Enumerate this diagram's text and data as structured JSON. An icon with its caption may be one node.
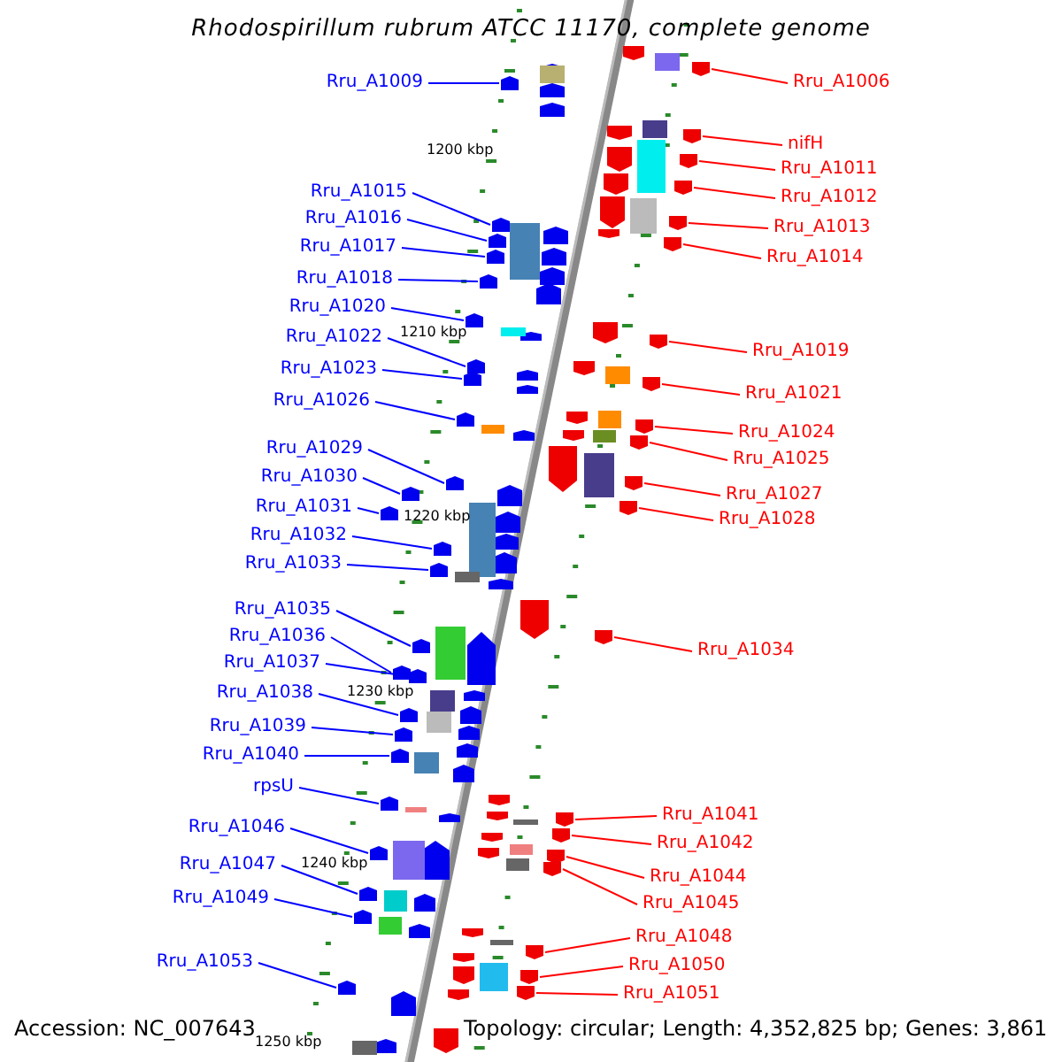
{
  "diagram": {
    "title": "Rhodospirillum rubrum ATCC 11170, complete genome",
    "nodes": [
      {
        "text": [
          "Rru_A1009"
        ]
      },
      {
        "text": [
          "Rru_A1006"
        ]
      },
      {
        "text": [
          "nifH"
        ]
      },
      {
        "text": [
          "Rru_A1011"
        ]
      },
      {
        "text": [
          "Rru_A1015"
        ]
      },
      {
        "text": [
          "Rru_A1012"
        ]
      },
      {
        "text": [
          "Rru_A1016"
        ]
      },
      {
        "text": [
          "Rru_A1013"
        ]
      },
      {
        "text": [
          "Rru_A1017"
        ]
      },
      {
        "text": [
          "Rru_A1014"
        ]
      },
      {
        "text": [
          "Rru_A1018"
        ]
      },
      {
        "text": [
          "Rru_A1020"
        ]
      },
      {
        "text": [
          "Rru_A1022"
        ]
      },
      {
        "text": [
          "Rru_A1019"
        ]
      },
      {
        "text": [
          "Rru_A1023"
        ]
      },
      {
        "text": [
          "Rru_A1021"
        ]
      },
      {
        "text": [
          "Rru_A1026"
        ]
      },
      {
        "text": [
          "Rru_A1024"
        ]
      },
      {
        "text": [
          "Rru_A1029"
        ]
      },
      {
        "text": [
          "Rru_A1025"
        ]
      },
      {
        "text": [
          "Rru_A1030"
        ]
      },
      {
        "text": [
          "Rru_A1027"
        ]
      },
      {
        "text": [
          "Rru_A1031"
        ]
      },
      {
        "text": [
          "Rru_A1028"
        ]
      },
      {
        "text": [
          "Rru_A1032"
        ]
      },
      {
        "text": [
          "Rru_A1033"
        ]
      },
      {
        "text": [
          "Rru_A1035"
        ]
      },
      {
        "text": [
          "Rru_A1036"
        ]
      },
      {
        "text": [
          "Rru_A1034"
        ]
      },
      {
        "text": [
          "Rru_A1037"
        ]
      },
      {
        "text": [
          "Rru_A1038"
        ]
      },
      {
        "text": [
          "Rru_A1039"
        ]
      },
      {
        "text": [
          "Rru_A1040"
        ]
      },
      {
        "text": [
          "rpsU"
        ]
      },
      {
        "text": [
          "Rru_A1041"
        ]
      },
      {
        "text": [
          "Rru_A1046"
        ]
      },
      {
        "text": [
          "Rru_A1042"
        ]
      },
      {
        "text": [
          "Rru_A1047"
        ]
      },
      {
        "text": [
          "Rru_A1044"
        ]
      },
      {
        "text": [
          "Rru_A1049"
        ]
      },
      {
        "text": [
          "Rru_A1045"
        ]
      },
      {
        "text": [
          "Rru_A1048"
        ]
      },
      {
        "text": [
          "Rru_A1053"
        ]
      },
      {
        "text": [
          "Rru_A1050"
        ]
      },
      {
        "text": [
          "Rru_A1051"
        ]
      },
      {
        "text": [],
        "shape": "arrow"
      },
      {
        "text": [],
        "shape": "arrow"
      },
      {
        "text": [],
        "shape": "arrow"
      },
      {
        "text": [],
        "shape": "arrow"
      },
      {
        "text": [],
        "shape": "arrow"
      },
      {
        "text": [],
        "shape": "arrow"
      },
      {
        "text": [],
        "shape": "arrow"
      },
      {
        "text": [],
        "shape": "arrow"
      },
      {
        "text": [],
        "shape": "arrow"
      },
      {
        "text": [],
        "shape": "arrow"
      },
      {
        "text": [],
        "shape": "arrow"
      },
      {
        "text": [],
        "shape": "arrow"
      },
      {
        "text": [],
        "shape": "arrow"
      },
      {
        "text": [],
        "shape": "arrow"
      },
      {
        "text": [],
        "shape": "arrow"
      },
      {
        "text": [],
        "shape": "arrow"
      },
      {
        "text": [],
        "shape": "arrow"
      },
      {
        "text": [],
        "shape": "arrow"
      },
      {
        "text": [],
        "shape": "arrow"
      },
      {
        "text": [],
        "shape": "arrow"
      },
      {
        "text": [],
        "shape": "arrow"
      },
      {
        "text": [],
        "shape": "arrow"
      },
      {
        "text": [],
        "shape": "arrow"
      },
      {
        "text": [],
        "shape": "arrow"
      },
      {
        "text": [],
        "shape": "arrow"
      },
      {
        "text": [],
        "shape": "arrow"
      },
      {
        "text": [],
        "shape": "arrow"
      },
      {
        "text": [],
        "shape": "arrow"
      },
      {
        "text": [],
        "shape": "arrow"
      },
      {
        "text": [],
        "shape": "arrow"
      },
      {
        "text": [],
        "shape": "arrow"
      },
      {
        "text": [],
        "shape": "arrow"
      },
      {
        "text": [],
        "shape": "arrow"
      },
      {
        "text": [],
        "shape": "arrow"
      },
      {
        "text": [],
        "shape": "arrow"
      },
      {
        "text": [],
        "shape": "arrow"
      },
      {
        "text": [],
        "shape": "arrow"
      },
      {
        "text": [],
        "shape": "arrow"
      },
      {
        "text": [],
        "shape": "arrow"
      },
      {
        "text": [],
        "shape": "arrow"
      },
      {
        "text": [],
        "shape": "arrow"
      },
      {
        "text": [],
        "shape": "arrow"
      },
      {
        "text": [],
        "shape": "arrow"
      },
      {
        "text": [],
        "shape": "arrow"
      },
      {
        "text": [],
        "shape": "arrow"
      }
    ],
    "edges": [
      {
        "from": 0,
        "to": 45,
        "arrow": "none"
      },
      {
        "from": 1,
        "to": 46,
        "arrow": "none",
        "color": "#ff0000"
      },
      {
        "from": 2,
        "to": 47,
        "arrow": "none",
        "color": "#ff0000"
      },
      {
        "from": 3,
        "to": 48,
        "arrow": "none",
        "color": "#ff0000"
      },
      {
        "from": 4,
        "to": 49,
        "arrow": "none"
      },
      {
        "from": 5,
        "to": 50,
        "arrow": "none",
        "color": "#ff0000"
      },
      {
        "from": 6,
        "to": 51,
        "arrow": "none"
      },
      {
        "from": 7,
        "to": 52,
        "arrow": "none",
        "color": "#ff0000"
      },
      {
        "from": 8,
        "to": 53,
        "arrow": "none"
      },
      {
        "from": 9,
        "to": 54,
        "arrow": "none",
        "color": "#ff0000"
      },
      {
        "from": 10,
        "to": 55,
        "arrow": "none"
      },
      {
        "from": 11,
        "to": 56,
        "arrow": "none"
      },
      {
        "from": 12,
        "to": 57,
        "arrow": "none"
      },
      {
        "from": 13,
        "to": 58,
        "arrow": "none",
        "color": "#ff0000"
      },
      {
        "from": 14,
        "to": 59,
        "arrow": "none"
      },
      {
        "from": 15,
        "to": 60,
        "arrow": "none",
        "color": "#ff0000"
      },
      {
        "from": 16,
        "to": 61,
        "arrow": "none"
      },
      {
        "from": 17,
        "to": 62,
        "arrow": "none",
        "color": "#ff0000"
      },
      {
        "from": 18,
        "to": 63,
        "arrow": "none"
      },
      {
        "from": 19,
        "to": 64,
        "arrow": "none",
        "color": "#ff0000"
      },
      {
        "from": 20,
        "to": 65,
        "arrow": "none"
      },
      {
        "from": 21,
        "to": 66,
        "arrow": "none",
        "color": "#ff0000"
      },
      {
        "from": 22,
        "to": 67,
        "arrow": "none"
      },
      {
        "from": 23,
        "to": 68,
        "arrow": "none",
        "color": "#ff0000"
      },
      {
        "from": 24,
        "to": 69,
        "arrow": "none"
      },
      {
        "from": 25,
        "to": 70,
        "arrow": "none"
      },
      {
        "from": 26,
        "to": 71,
        "arrow": "none"
      },
      {
        "from": 27,
        "to": 72,
        "arrow": "none"
      },
      {
        "from": 28,
        "to": 73,
        "arrow": "none",
        "color": "#ff0000"
      },
      {
        "from": 29,
        "to": 74,
        "arrow": "none"
      },
      {
        "from": 30,
        "to": 75,
        "arrow": "none"
      },
      {
        "from": 31,
        "to": 76,
        "arrow": "none"
      },
      {
        "from": 32,
        "to": 77,
        "arrow": "none"
      },
      {
        "from": 33,
        "to": 78,
        "arrow": "none"
      },
      {
        "from": 34,
        "to": 79,
        "arrow": "none",
        "color": "#ff0000"
      },
      {
        "from": 35,
        "to": 80,
        "arrow": "none"
      },
      {
        "from": 36,
        "to": 81,
        "arrow": "none",
        "color": "#ff0000"
      },
      {
        "from": 37,
        "to": 82,
        "arrow": "none"
      },
      {
        "from": 38,
        "to": 83,
        "arrow": "none",
        "color": "#ff0000"
      },
      {
        "from": 39,
        "to": 84,
        "arrow": "none"
      },
      {
        "from": 40,
        "to": 85,
        "arrow": "none",
        "color": "#ff0000"
      },
      {
        "from": 41,
        "to": 86,
        "arrow": "none",
        "color": "#ff0000"
      },
      {
        "from": 42,
        "to": 87,
        "arrow": "none"
      },
      {
        "from": 43,
        "to": 88,
        "arrow": "none",
        "color": "#ff0000"
      },
      {
        "from": 44,
        "to": 89,
        "arrow": "none",
        "color": "#ff0000"
      }
    ],
    "labels": [
      "1200 kbp",
      "1210 kbp",
      "1220 kbp",
      "1230 kbp",
      "1240 kbp",
      "Accession: NC_007643",
      "1250 kbp",
      "Topology: circular; Length: 4,352,825 bp; Genes: 3,861"
    ]
  }
}
